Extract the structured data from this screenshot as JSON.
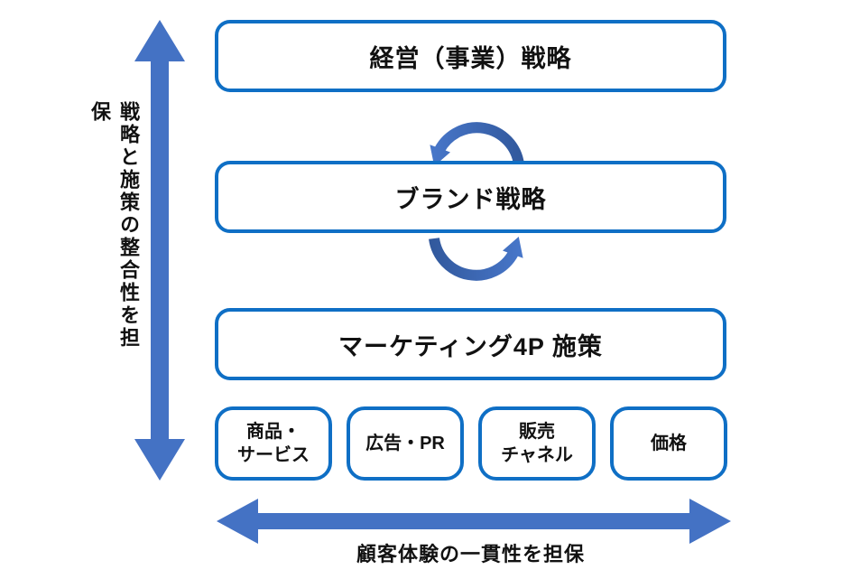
{
  "diagram_title": "",
  "colors": {
    "box_border": "#0F6FC5",
    "straight_arrow": "#4472C4",
    "curved_arrow_light": "#4B7BD0",
    "curved_arrow_dark": "#2E5496",
    "text": "#111111"
  },
  "boxes": {
    "management": {
      "label": "経営（事業）戦略"
    },
    "brand": {
      "label": "ブランド戦略"
    },
    "marketing": {
      "label": "マーケティング4P 施策"
    }
  },
  "tactics": [
    {
      "lines": [
        "商品・",
        "サービス"
      ]
    },
    {
      "lines": [
        "広告・PR"
      ]
    },
    {
      "lines": [
        "販売",
        "チャネル"
      ]
    },
    {
      "lines": [
        "価格"
      ]
    }
  ],
  "left_axis": {
    "label": "戦略と施策の整合性を担保"
  },
  "bottom_axis": {
    "label": "顧客体験の一貫性を担保"
  }
}
